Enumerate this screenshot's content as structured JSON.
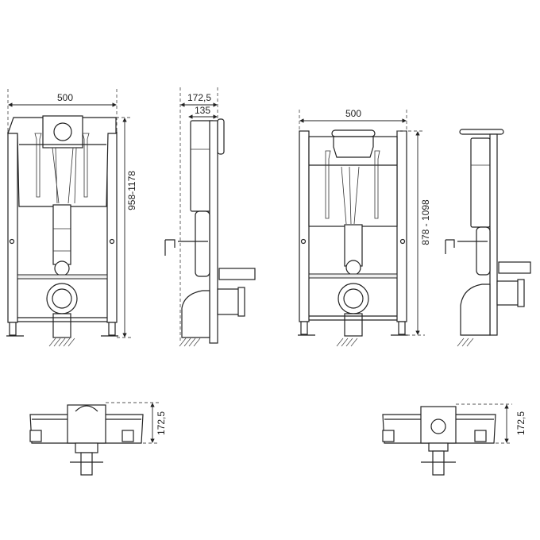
{
  "dimensions": {
    "front_a_width": "500",
    "front_a_height": "958-1178",
    "side_a_depth_total": "172,5",
    "side_a_depth_frame": "135",
    "front_b_width": "500",
    "front_b_height": "878 - 1098",
    "top_a_depth": "172,5",
    "top_b_depth": "172,5"
  },
  "colors": {
    "line": "#222222",
    "background": "#ffffff"
  }
}
